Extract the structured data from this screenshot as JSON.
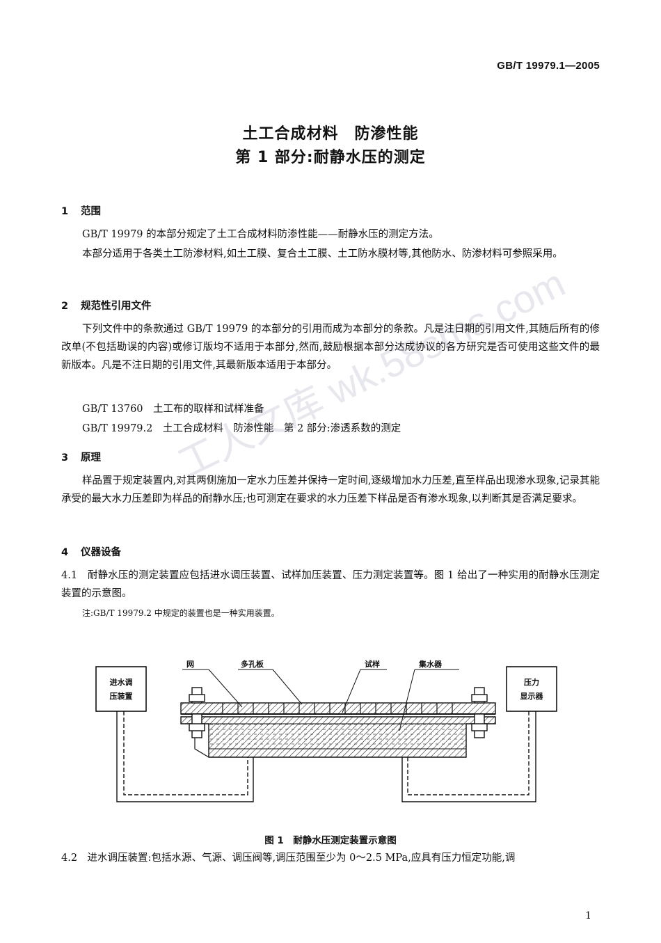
{
  "header": {
    "standard_code": "GB/T 19979.1—2005"
  },
  "title": {
    "line1": "土工合成材料　防渗性能",
    "line2": "第 1 部分:耐静水压的测定"
  },
  "sections": {
    "s1": {
      "num": "1",
      "title": "范围",
      "p1": "GB/T 19979 的本部分规定了土工合成材料防渗性能——耐静水压的测定方法。",
      "p2": "本部分适用于各类土工防渗材料,如土工膜、复合土工膜、土工防水膜材等,其他防水、防渗材料可参照采用。"
    },
    "s2": {
      "num": "2",
      "title": "规范性引用文件",
      "p1": "下列文件中的条款通过 GB/T 19979 的本部分的引用而成为本部分的条款。凡是注日期的引用文件,其随后所有的修改单(不包括勘误的内容)或修订版均不适用于本部分,然而,鼓励根据本部分达成协议的各方研究是否可使用这些文件的最新版本。凡是不注日期的引用文件,其最新版本适用于本部分。",
      "ref1": "GB/T 13760　土工布的取样和试样准备",
      "ref2": "GB/T 19979.2　土工合成材料　防渗性能　第 2 部分:渗透系数的测定"
    },
    "s3": {
      "num": "3",
      "title": "原理",
      "p1": "样品置于规定装置内,对其两侧施加一定水力压差并保持一定时间,逐级增加水力压差,直至样品出现渗水现象,记录其能承受的最大水力压差即为样品的耐静水压;也可测定在要求的水力压差下样品是否有渗水现象,以判断其是否满足要求。"
    },
    "s4": {
      "num": "4",
      "title": "仪器设备",
      "p41": "4.1　耐静水压的测定装置应包括进水调压装置、试样加压装置、压力测定装置等。图 1 给出了一种实用的耐静水压测定装置的示意图。",
      "note": "注:GB/T 19979.2 中规定的装置也是一种实用装置。",
      "p42": "4.2　进水调压装置:包括水源、气源、调压阀等,调压范围至少为 0～2.5 MPa,应具有压力恒定功能,调"
    }
  },
  "figure": {
    "left_box_line1": "进水调",
    "left_box_line2": "压装置",
    "right_box_line1": "压力",
    "right_box_line2": "显示器",
    "label_mesh": "网",
    "label_plate": "多孔板",
    "label_sample": "试样",
    "label_collector": "集水器",
    "caption": "图 1　耐静水压测定装置示意图"
  },
  "watermark": "工人文库 wk.58sms.com",
  "page_number": "1"
}
